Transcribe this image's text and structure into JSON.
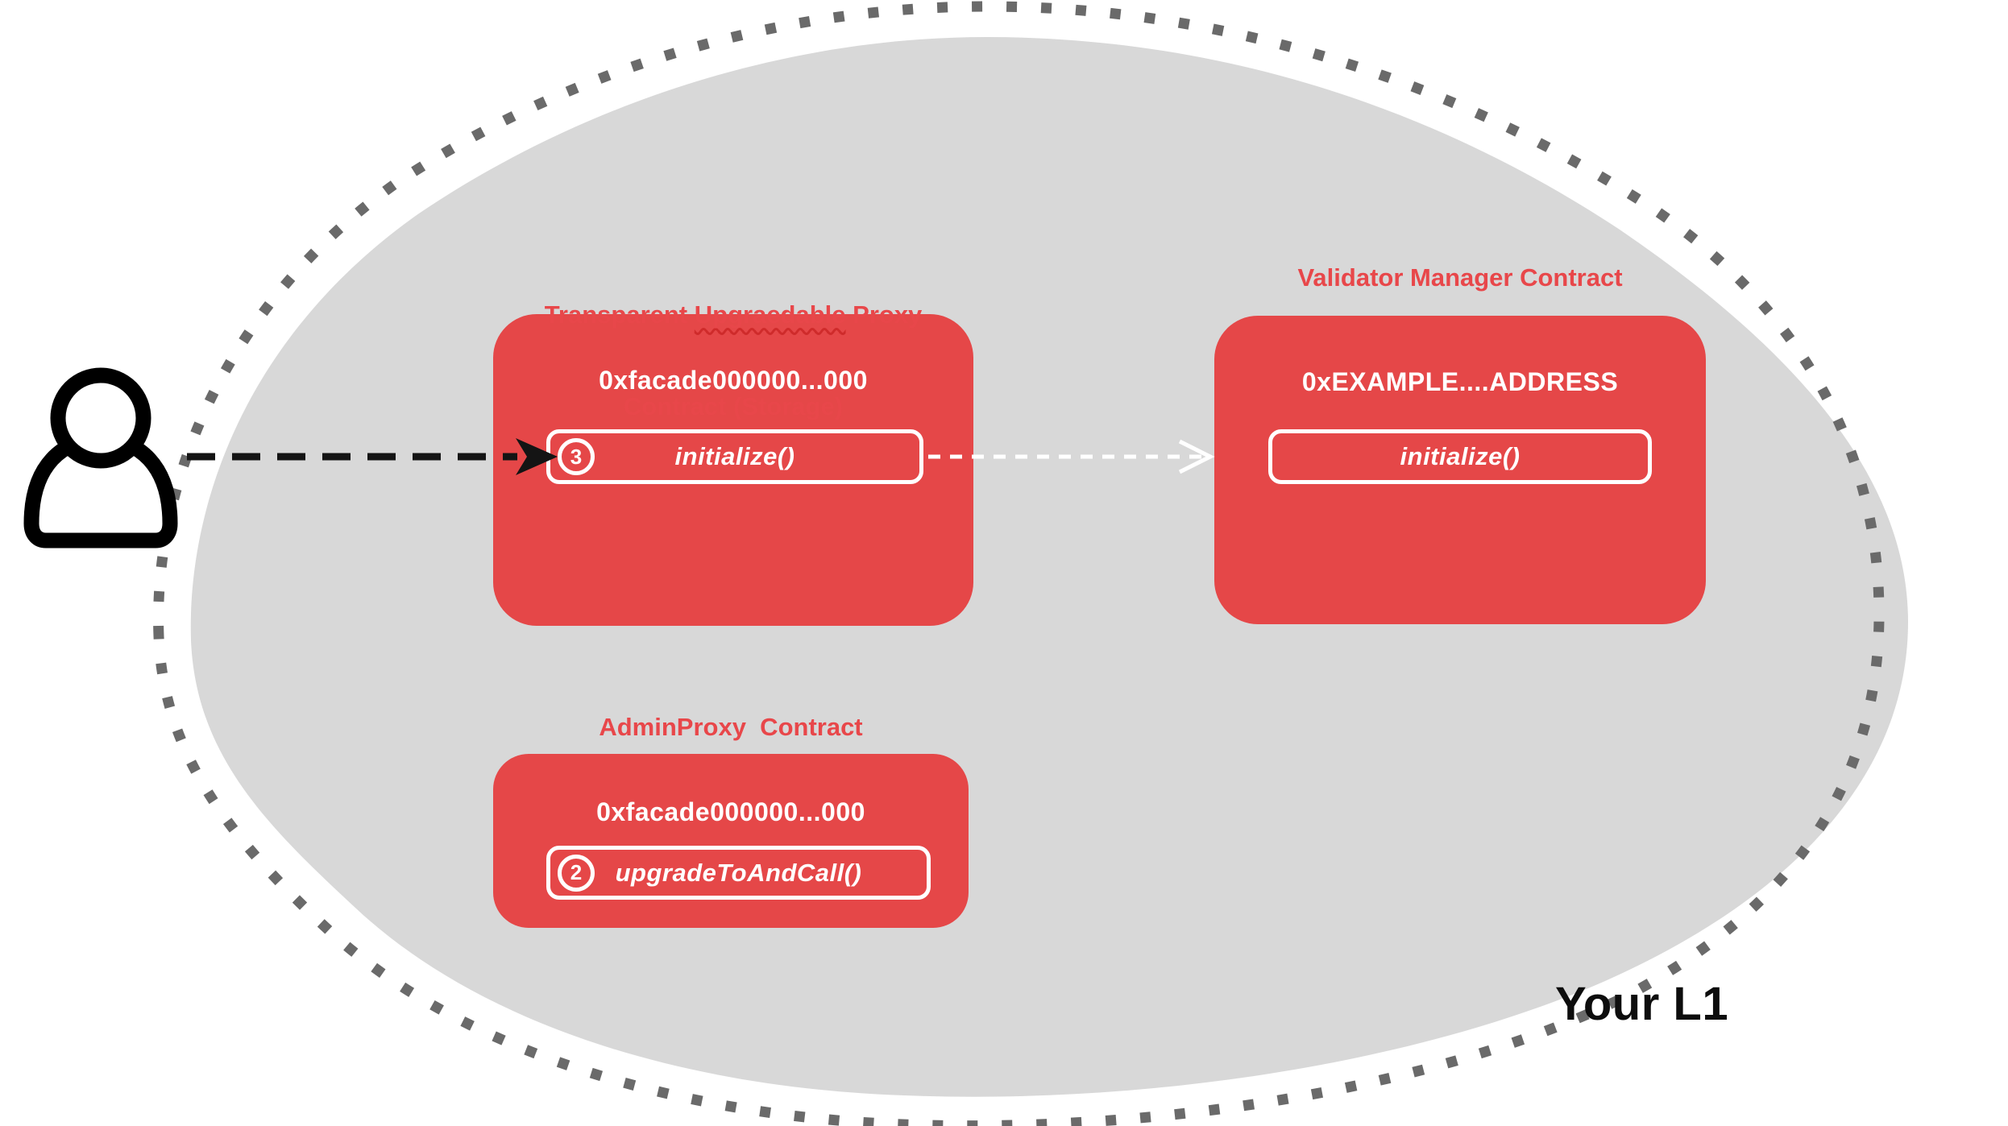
{
  "colors": {
    "box_red": "#E54748",
    "title_red": "#E8474A",
    "blob_gray": "#D8D8D8",
    "dot_gray": "#6A6A6A",
    "arrow_black": "#141414",
    "arrow_white": "#FFFFFF"
  },
  "region": {
    "label": "Your L1"
  },
  "actor": {
    "icon": "person-icon"
  },
  "arrows": [
    {
      "name": "user-call-arrow",
      "style": "black-dashed",
      "from": "user",
      "to": "proxy.initialize"
    },
    {
      "name": "proxy-delegate-arrow",
      "style": "white-dashed",
      "from": "proxy.initialize",
      "to": "validator_manager.initialize"
    }
  ],
  "contracts": {
    "proxy": {
      "title_pre": "Transparent ",
      "title_misspelled_word": "Upgraedable",
      "title_post": " Proxy",
      "title_line2": "Contract (Storage)",
      "address": "0xfacade000000...000",
      "method_badge": "3",
      "method_label": "initialize()"
    },
    "validator_manager": {
      "title": "Validator Manager Contract",
      "address": "0xEXAMPLE....ADDRESS",
      "method_label": "initialize()"
    },
    "admin_proxy": {
      "title": "AdminProxy  Contract",
      "address": "0xfacade000000...000",
      "method_badge": "2",
      "method_label": "upgradeToAndCall()"
    }
  }
}
